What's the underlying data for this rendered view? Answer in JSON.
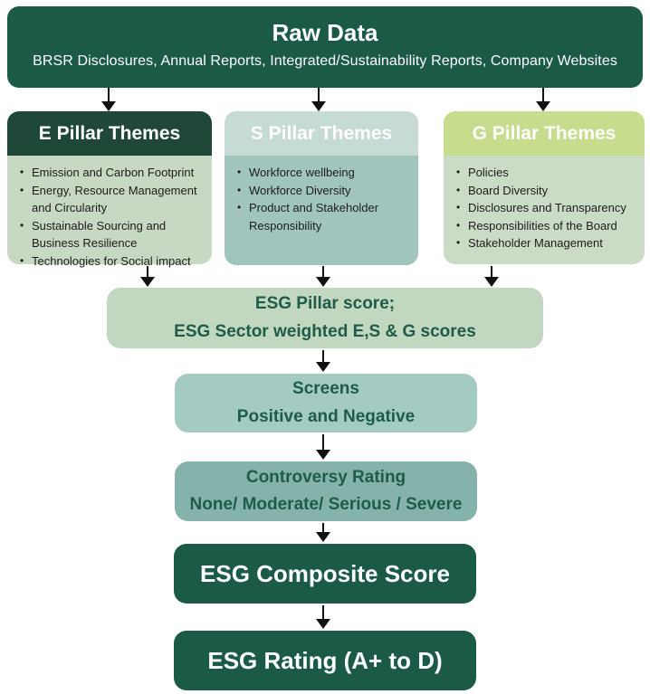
{
  "colors": {
    "dark-green": "#1A5A47",
    "forest-header": "#1F4838",
    "sage-body": "#C7D9C2",
    "sage-box": "#C2D7BF",
    "s-header": "#C6DAD6",
    "s-body": "#A0C5BD",
    "g-header": "#C7DC8D",
    "g-body": "#CBDCC6",
    "screens-bg": "#A4CBC2",
    "controversy-bg": "#85B2AB",
    "mid-text": "#1E5C49",
    "arrow-color": "#111111"
  },
  "diagram": {
    "raw_data": {
      "title": "Raw Data",
      "subtitle": "BRSR Disclosures, Annual Reports, Integrated/Sustainability Reports, Company Websites"
    },
    "pillars": [
      {
        "title": "E Pillar Themes",
        "items": [
          "Emission and Carbon Footprint",
          "Energy, Resource Management and Circularity",
          "Sustainable Sourcing and Business Resilience",
          "Technologies for Social impact"
        ]
      },
      {
        "title": "S Pillar Themes",
        "items": [
          "Workforce wellbeing",
          "Workforce Diversity",
          "Product and Stakeholder Responsibility"
        ]
      },
      {
        "title": "G Pillar Themes",
        "items": [
          "Policies",
          "Board Diversity",
          "Disclosures and Transparency",
          "Responsibilities of the Board",
          "Stakeholder Management"
        ]
      }
    ],
    "pillar_score": {
      "line1": "ESG Pillar score;",
      "line2": "ESG Sector weighted E,S & G scores"
    },
    "screens": {
      "line1": "Screens",
      "line2": "Positive and Negative"
    },
    "controversy": {
      "line1": "Controversy Rating",
      "line2": "None/ Moderate/ Serious / Severe"
    },
    "composite": {
      "label": "ESG Composite Score"
    },
    "rating": {
      "label": "ESG Rating (A+ to D)"
    }
  }
}
